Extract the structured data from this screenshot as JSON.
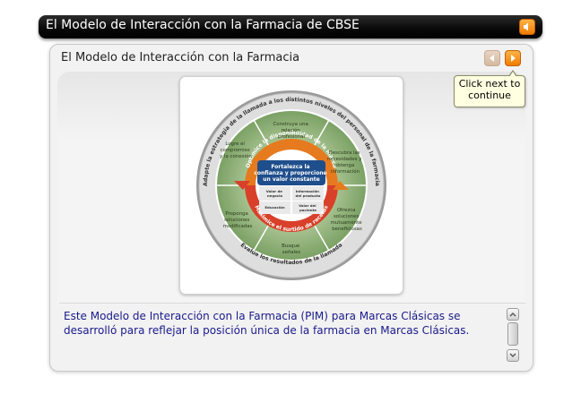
{
  "app": {
    "title": "El Modelo de Interacción con la Farmacia de CBSE",
    "audio_icon": "speaker-icon"
  },
  "slide": {
    "title": "El Modelo de Interacción con la Farmacia",
    "prev_icon": "chevron-left-icon",
    "next_icon": "chevron-right-icon",
    "tooltip_line1": "Click next to",
    "tooltip_line2": "continue"
  },
  "diagram": {
    "outer_top": "Adapte la estrategia de la llamada a los distintos niveles del personal de la farmacia",
    "outer_bottom": "Evalúe los resultados de la llamada",
    "seg_top": [
      "Construya una",
      "relación",
      "profesional"
    ],
    "seg_upper_right": [
      "Descubra las",
      "necesidades y",
      "obtenga",
      "información"
    ],
    "seg_lower_right": [
      "Ofrezca",
      "soluciones",
      "mutuamente",
      "beneficiosas"
    ],
    "seg_bottom": [
      "Busque",
      "señales"
    ],
    "seg_lower_left": [
      "Proponga",
      "soluciones",
      "modificadas"
    ],
    "seg_upper_left": [
      "Logre el",
      "compromiso",
      "y la conexión"
    ],
    "orange_arc": "Optimice la disponibilidad de la marca",
    "red_arc": "Maximice el surtido de recetas",
    "center_title": [
      "Fortalezca la",
      "confianza y proporcione",
      "un valor constante"
    ],
    "quad_tl": [
      "Valor de",
      "negocio"
    ],
    "quad_tr": [
      "Información",
      "del producto"
    ],
    "quad_bl": [
      "Educación"
    ],
    "quad_br": [
      "Valor del",
      "paciente"
    ]
  },
  "description": "Este Modelo de Interacción con la Farmacia (PIM) para Marcas Clásicas se desarrolló para reflejar la posición única de la farmacia en Marcas Clásicas.",
  "colors": {
    "titlebar": "#000000",
    "accent_orange": "#f07c00",
    "ring_green": "#8fb077",
    "center_blue": "#1f4e8c",
    "text_blue": "#1a1a8c"
  }
}
